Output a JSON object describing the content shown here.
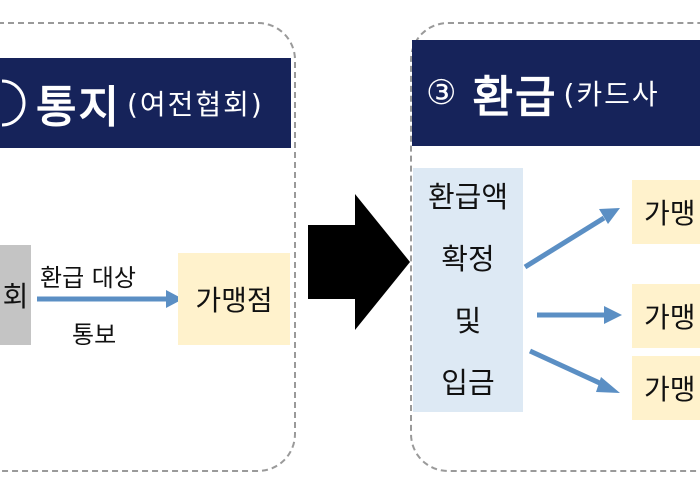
{
  "left_panel": {
    "header_main": "통지",
    "header_sub": "(여전협회)",
    "source_box_label": "회",
    "edge_label_top": "환급 대상",
    "edge_label_bottom": "통보",
    "target_box_label": "가맹점"
  },
  "right_panel": {
    "header_number": "③",
    "header_main": "환급",
    "header_sub": "(카드사",
    "source_box_lines": [
      "환급액",
      "확정",
      "및",
      "입금"
    ],
    "target_box_labels": [
      "가맹",
      "가맹",
      "가맹"
    ]
  },
  "colors": {
    "header_bg": "#16235a",
    "panel_border": "#9a9a9a",
    "arrow_blue": "#5b8fc4",
    "yellow_box": "#fff2cc",
    "blue_box": "#dde9f4",
    "gray_box": "#c4c4c4",
    "big_arrow": "#000000"
  }
}
